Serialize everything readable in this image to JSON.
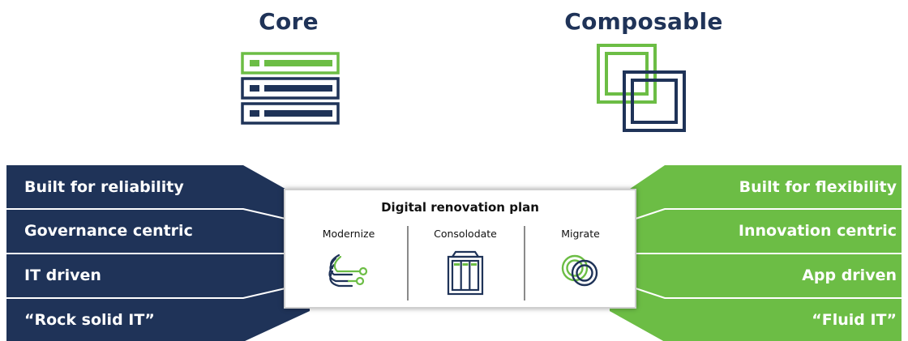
{
  "core": {
    "title": "Core",
    "items": [
      "Built for reliability",
      "Governance centric",
      "IT driven",
      "“Rock solid IT”"
    ]
  },
  "composable": {
    "title": "Composable",
    "items": [
      "Built for flexibility",
      "Innovation centric",
      "App driven",
      "“Fluid IT”"
    ]
  },
  "plan": {
    "title": "Digital renovation plan",
    "steps": [
      {
        "label": "Modernize",
        "icon": "modernize-icon"
      },
      {
        "label": "Consolodate",
        "icon": "consolidate-icon"
      },
      {
        "label": "Migrate",
        "icon": "migrate-icon"
      }
    ]
  },
  "colors": {
    "navy": "#1f3358",
    "green": "#6cbd45",
    "band_divider": "#ffffff",
    "text_dark": "#111111"
  },
  "icons": {
    "core": "server-stack-icon",
    "composable": "overlapping-squares-icon"
  }
}
